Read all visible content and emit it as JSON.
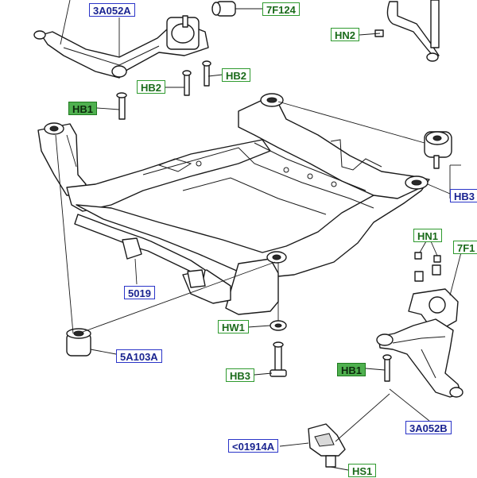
{
  "callouts": {
    "c_3A052A": "3A052A",
    "c_7F124": "7F124",
    "c_HN2": "HN2",
    "c_HB2_a": "HB2",
    "c_HB2_b": "HB2",
    "c_HB1_top": "HB1",
    "c_HB3_right": "HB3",
    "c_HN1": "HN1",
    "c_7F1_right": "7F1",
    "c_5019": "5019",
    "c_HW1": "HW1",
    "c_5A103A": "5A103A",
    "c_HB3_bottom": "HB3",
    "c_HB1_bottom": "HB1",
    "c_3A052B": "3A052B",
    "c_01914A": "<01914A",
    "c_HS1": "HS1"
  },
  "colors": {
    "blue_border": "#2a34c8",
    "green_border": "#2e9a2e",
    "filled_green": "#4fb04f",
    "line": "#1a1a1a"
  }
}
